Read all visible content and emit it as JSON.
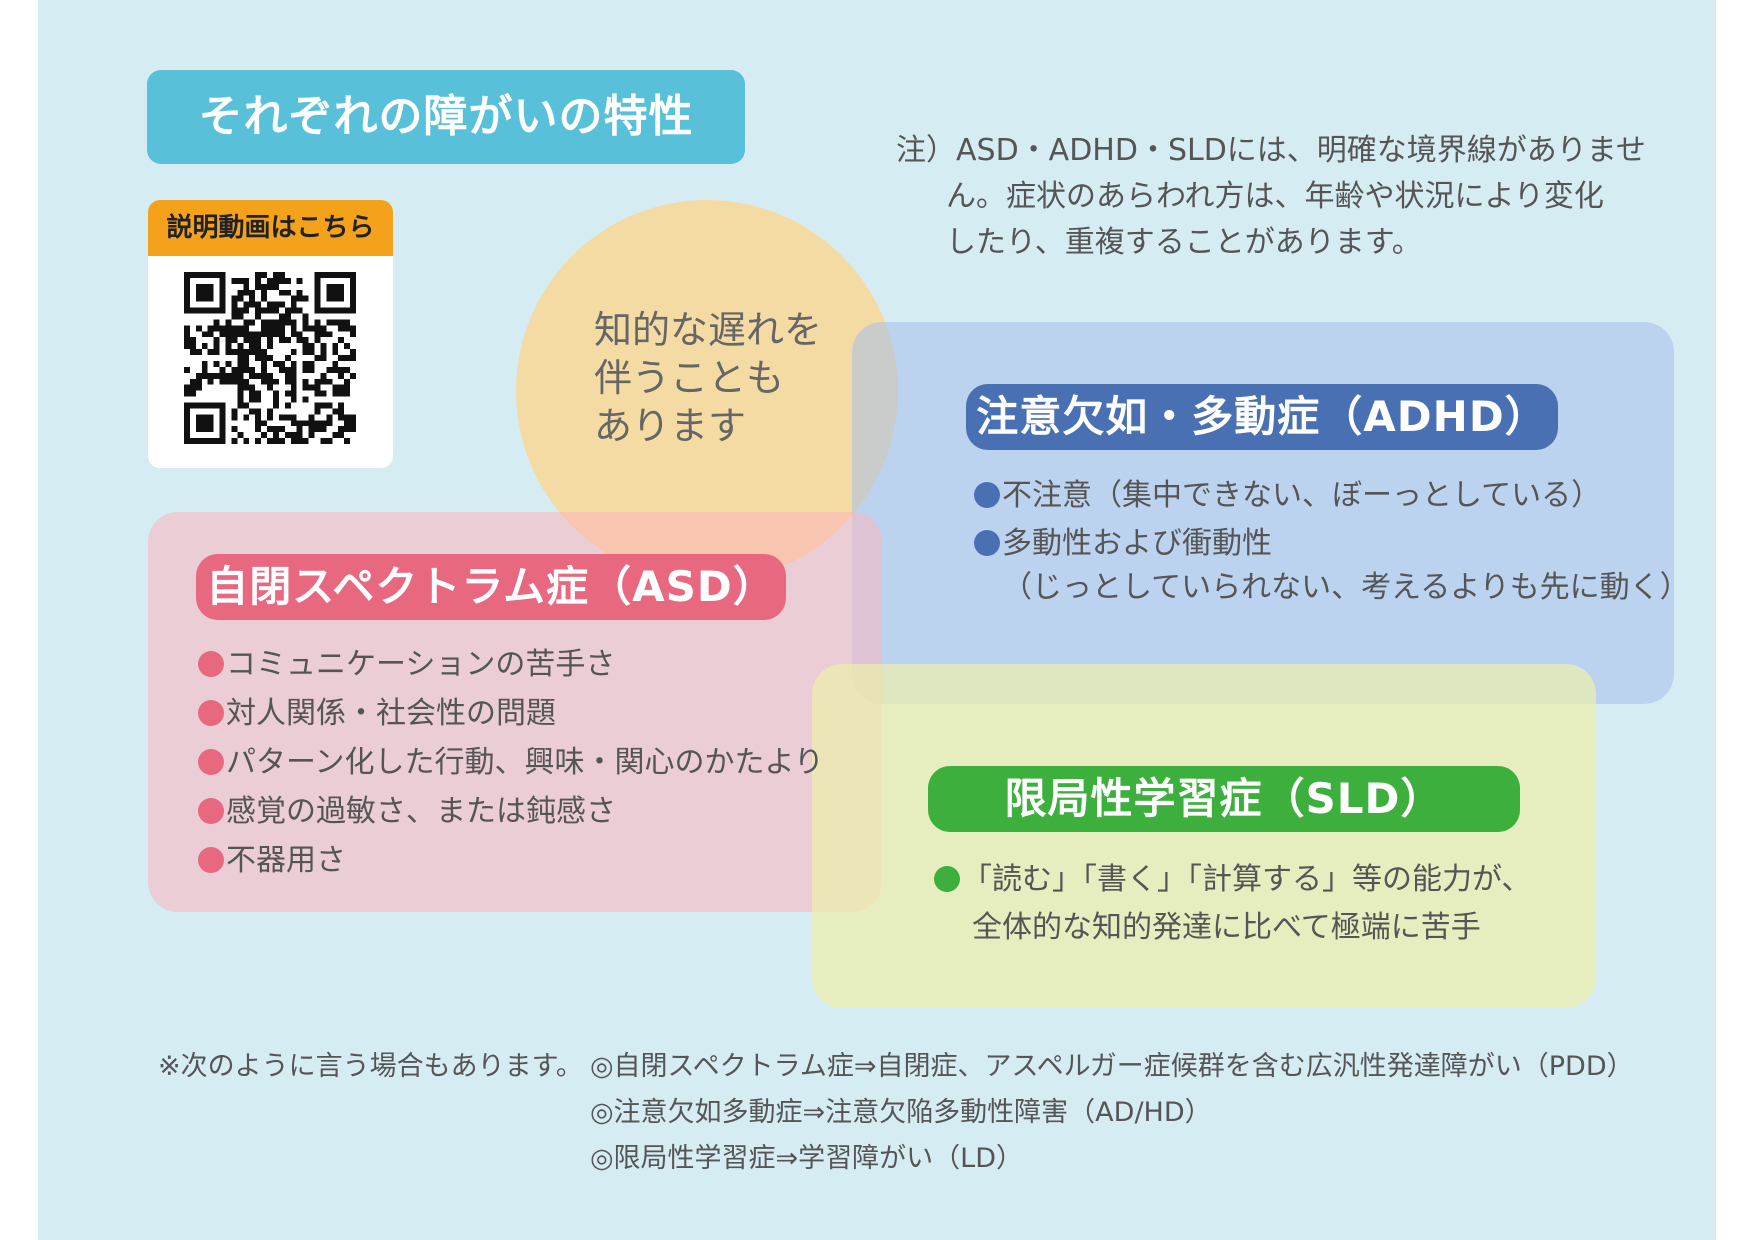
{
  "title": "それぞれの障がいの特性",
  "note": {
    "lines": [
      "注）ASD・ADHD・SLDには、明確な境界線がありませ",
      "ん。症状のあらわれ方は、年齢や状況により変化",
      "したり、重複することがあります。"
    ]
  },
  "video": {
    "label": "説明動画はこちら"
  },
  "overlap": {
    "lines": [
      "知的な遅れを",
      "伴うことも",
      "あります"
    ]
  },
  "adhd": {
    "title": "注意欠如・多動症（ADHD）",
    "items": [
      "不注意（集中できない、ぼーっとしている）",
      "多動性および衝動性"
    ],
    "sub": "（じっとしていられない、考えるよりも先に動く）"
  },
  "asd": {
    "title": "自閉スペクトラム症（ASD）",
    "items": [
      "コミュニケーションの苦手さ",
      "対人関係・社会性の問題",
      "パターン化した行動、興味・関心のかたより",
      "感覚の過敏さ、または鈍感さ",
      "不器用さ"
    ]
  },
  "sld": {
    "title": "限局性学習症（SLD）",
    "item": "「読む」「書く」「計算する」等の能力が、",
    "sub": "全体的な知的発達に比べて極端に苦手"
  },
  "footer": {
    "lead": "※次のように言う場合もあります。",
    "items": [
      "◎自閉スペクトラム症⇒自閉症、アスペルガー症候群を含む広汎性発達障がい（PDD）",
      "◎注意欠如多動症⇒注意欠陥多動性障害（AD/HD）",
      "◎限局性学習症⇒学習障がい（LD）"
    ]
  },
  "colors": {
    "background": "#d6ecf3",
    "title": "#58c0d9",
    "video_label": "#f4a21c",
    "overlap_circle": "#fdd68c",
    "adhd": "#4a70b4",
    "asd": "#e8697f",
    "sld": "#3caf3c"
  },
  "icons": [
    "qr-code-icon",
    "bullet-icon"
  ]
}
